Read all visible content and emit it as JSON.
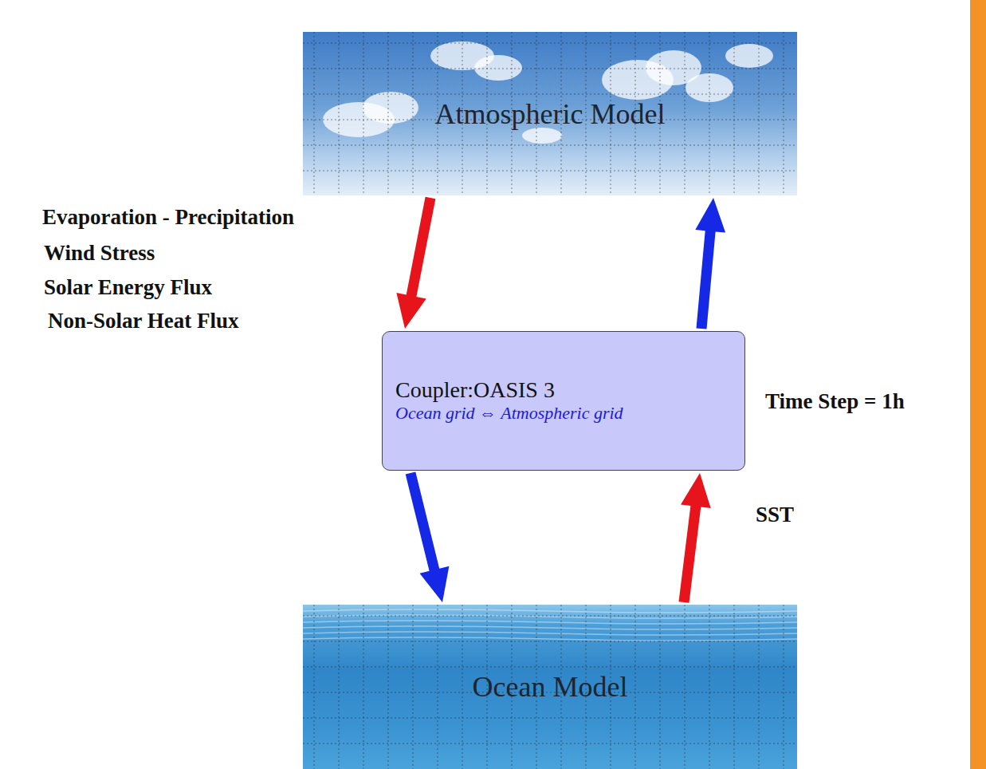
{
  "diagram": {
    "nodes": [
      {
        "text": [
          "Atmospheric Model"
        ]
      },
      {
        "text": [
          "Coupler:OASIS 3",
          "Ocean grid ⇔ Atmospheric grid"
        ]
      },
      {
        "text": [
          "Ocean Model"
        ]
      }
    ],
    "edges": [
      {
        "from": 0,
        "to": 1,
        "arrow": "to"
      },
      {
        "from": 1,
        "to": 0,
        "arrow": "to"
      },
      {
        "from": 1,
        "to": 2,
        "arrow": "to"
      },
      {
        "from": 2,
        "to": 1,
        "arrow": "to"
      }
    ],
    "labels": [
      "Evaporation - Precipitation",
      "Wind Stress",
      "Solar Energy Flux",
      "Non-Solar Heat Flux",
      "Time Step = 1h",
      "SST"
    ]
  }
}
